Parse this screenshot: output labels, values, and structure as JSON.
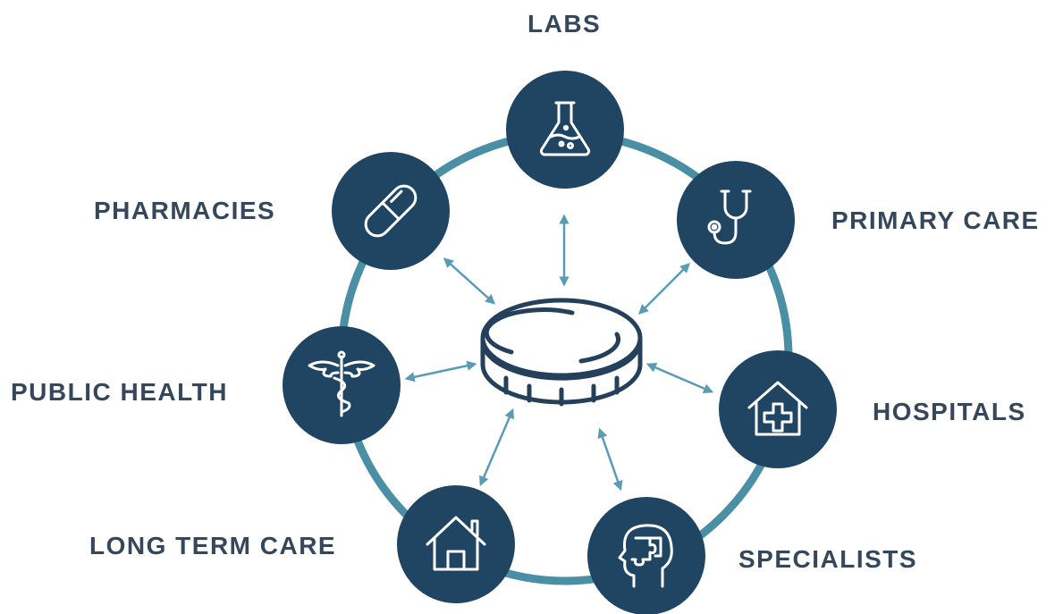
{
  "diagram": {
    "center": {
      "icon": "coin-stack-icon"
    },
    "nodes": [
      {
        "id": "labs",
        "label": "LABS",
        "icon": "flask-icon"
      },
      {
        "id": "primary-care",
        "label": "PRIMARY CARE",
        "icon": "stethoscope-icon"
      },
      {
        "id": "hospitals",
        "label": "HOSPITALS",
        "icon": "house-cross-icon"
      },
      {
        "id": "specialists",
        "label": "SPECIALISTS",
        "icon": "head-puzzle-icon"
      },
      {
        "id": "long-term-care",
        "label": "LONG TERM CARE",
        "icon": "home-icon"
      },
      {
        "id": "public-health",
        "label": "PUBLIC HEALTH",
        "icon": "caduceus-icon"
      },
      {
        "id": "pharmacies",
        "label": "PHARMACIES",
        "icon": "pill-icon"
      }
    ]
  },
  "colors": {
    "node_fill": "#1f4563",
    "ring": "#4a8fa4",
    "arrow": "#5a9cb3",
    "icon_stroke": "#ffffff",
    "label": "#35475b",
    "center_stroke": "#24405a"
  }
}
